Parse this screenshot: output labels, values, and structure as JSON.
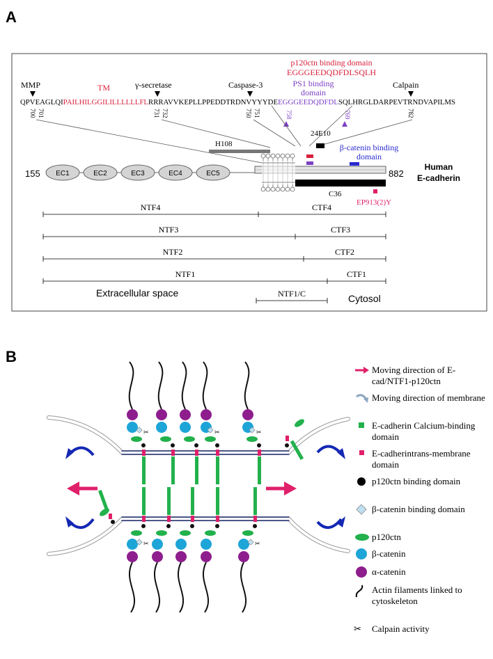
{
  "panel_labels": {
    "a": "A",
    "b": "B"
  },
  "panelA": {
    "sites": {
      "mmp": "MMP",
      "gamma": "γ-secretase",
      "caspase": "Caspase-3",
      "calpain": "Calpain"
    },
    "tm_label": "TM",
    "p120_title": "p120ctn binding domain",
    "p120_seq": "EGGGEEDQDFDLSQLH",
    "ps1_line1": "PS1 binding",
    "ps1_line2": "domain",
    "seq": {
      "s1": "QP",
      "s2": "VEAGLQI",
      "s3": "PAILHILGGILILLLLLLFL",
      "s4": "RRRAVVKEPLLPPEDDTRD",
      "s5": "NVYYYDE",
      "s6": "EGGGEEDQDFDL",
      "s7": "SQLHRGLDARPE",
      "s8": "VTRNDVAPILMS"
    },
    "positions": {
      "p700": "700",
      "p701": "701",
      "p731": "731",
      "p732": "732",
      "p750": "750",
      "p751": "751",
      "p758": "758",
      "p769": "769",
      "p782": "782"
    },
    "domains": [
      "EC1",
      "EC2",
      "EC3",
      "EC4",
      "EC5"
    ],
    "start_residue": "155",
    "end_residue": "882",
    "protein_line1": "Human",
    "protein_line2": "E-cadherin",
    "antibodies": {
      "h108": "H108",
      "e24": "24E10",
      "c36": "C36",
      "ep913": "EP913(2)Y"
    },
    "beta_line1": "β-catenin binding",
    "beta_line2": "domain",
    "fragments": {
      "ntf4": "NTF4",
      "ctf4": "CTF4",
      "ntf3": "NTF3",
      "ctf3": "CTF3",
      "ntf2": "NTF2",
      "ctf2": "CTF2",
      "ntf1": "NTF1",
      "ctf1": "CTF1",
      "ntf1c": "NTF1/C"
    },
    "extracellular": "Extracellular space",
    "cytosol": "Cytosol"
  },
  "legend": [
    {
      "text": "Moving direction of E-cad/NTF1-p120ctn",
      "icon": "pink-arrow-icon"
    },
    {
      "text": "Moving direction of membrane",
      "icon": "curved-arrow-icon"
    },
    {
      "text": "E-cadherin Calcium-binding domain",
      "icon": "green-square-icon"
    },
    {
      "text": "E-cadherintrans-membrane domain",
      "icon": "pink-square-icon"
    },
    {
      "text": "p120ctn binding domain",
      "icon": "black-dot-icon"
    },
    {
      "text": "β-catenin binding domain",
      "icon": "diamond-icon"
    },
    {
      "text": "p120ctn",
      "icon": "green-ellipse-icon"
    },
    {
      "text": "β-catenin",
      "icon": "blue-circle-icon"
    },
    {
      "text": "α-catenin",
      "icon": "purple-circle-icon"
    },
    {
      "text": "Actin filaments linked to cytoskeleton",
      "icon": "curve-line-icon"
    },
    {
      "text": "Calpain activity",
      "icon": "scissors-icon"
    }
  ],
  "colors": {
    "tm_red": "#d8203a",
    "ps1_purple": "#7b3fc4",
    "beta_blue": "#2a2ad0",
    "ep_pink": "#e0206a",
    "green": "#22b14c",
    "catenin_blue": "#1ea5d8",
    "alpha_purple": "#8e1e8e",
    "membrane_arrow": "#1428b4"
  }
}
